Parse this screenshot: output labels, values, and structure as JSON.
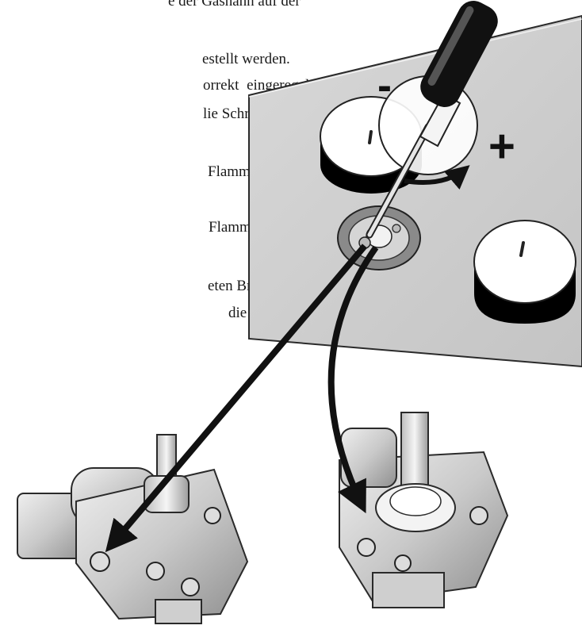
{
  "text_lines": [
    "e der Gashahn auf der",
    "estellt werden.",
    "orrekt eingeregelt ist,",
    "lie Schrauben am Hahn",
    "Flamme I zu reduzie-",
    "Flamme zu vergrößern",
    "eten Brennern von der",
    "die Stabilität der"
  ],
  "figure": {
    "minus_sign": "-",
    "plus_sign": "+"
  }
}
